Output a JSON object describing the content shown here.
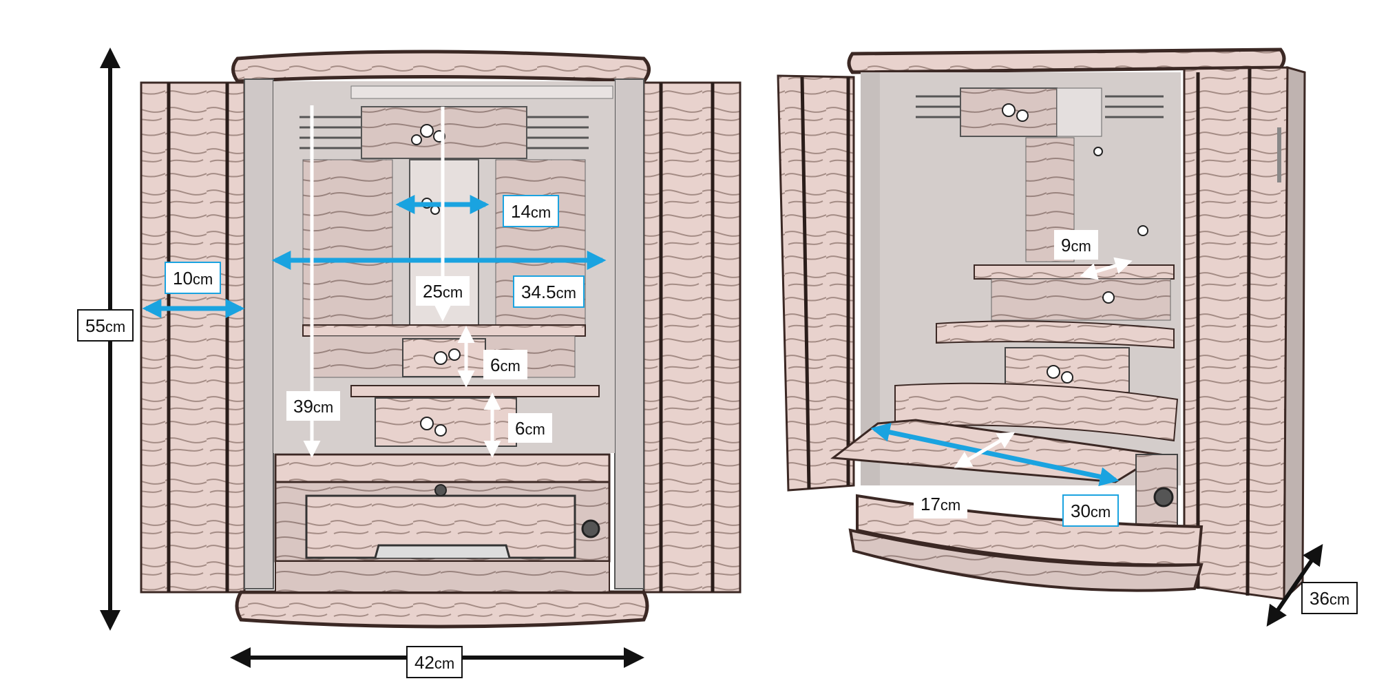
{
  "colors": {
    "wood": "#e8d2cd",
    "wood_dark": "#5a3f3a",
    "interior": "#d6cfcd",
    "accent_blue": "#1aa3e0",
    "arrow_black": "#111111",
    "arrow_white": "#ffffff"
  },
  "dimensions": {
    "height_total": {
      "value": "55",
      "unit": "cm"
    },
    "width_total": {
      "value": "42",
      "unit": "cm"
    },
    "depth_total": {
      "value": "36",
      "unit": "cm"
    },
    "door_width": {
      "value": "10",
      "unit": "cm"
    },
    "inner_width": {
      "value": "34.5",
      "unit": "cm"
    },
    "center_panel_width": {
      "value": "14",
      "unit": "cm"
    },
    "upper_height": {
      "value": "25",
      "unit": "cm"
    },
    "interior_height": {
      "value": "39",
      "unit": "cm"
    },
    "step1_height": {
      "value": "6",
      "unit": "cm"
    },
    "step2_height": {
      "value": "6",
      "unit": "cm"
    },
    "shelf_depth": {
      "value": "9",
      "unit": "cm"
    },
    "pullout_depth": {
      "value": "17",
      "unit": "cm"
    },
    "pullout_width": {
      "value": "30",
      "unit": "cm"
    }
  }
}
